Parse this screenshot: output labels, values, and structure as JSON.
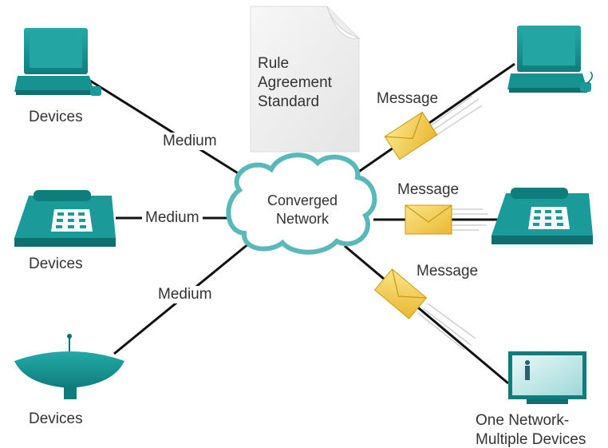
{
  "device_labels": {
    "computer": "Devices",
    "phone": "Devices",
    "satellite": "Devices"
  },
  "medium_labels": {
    "top": "Medium",
    "middle": "Medium",
    "bottom": "Medium"
  },
  "message_labels": {
    "top": "Message",
    "middle": "Message",
    "bottom": "Message"
  },
  "document": {
    "lines": [
      "Rule",
      "Agreement",
      "Standard"
    ]
  },
  "cloud": {
    "lines": [
      "Converged",
      "Network"
    ]
  },
  "tv_label": {
    "lines": [
      "One Network-",
      "Multiple Devices"
    ]
  },
  "colors": {
    "device_teal": "#1a9a98",
    "device_dark": "#0e6f6e",
    "cloud_fill": "#ffffff",
    "cloud_stroke": "#4fb3b3",
    "envelope": "#f2cf4f",
    "line": "#111111",
    "document": "#efefef"
  },
  "icons": [
    "computer-icon",
    "telephone-icon",
    "satellite-dish-icon",
    "document-icon",
    "cloud-icon",
    "envelope-icon",
    "tv-icon"
  ]
}
